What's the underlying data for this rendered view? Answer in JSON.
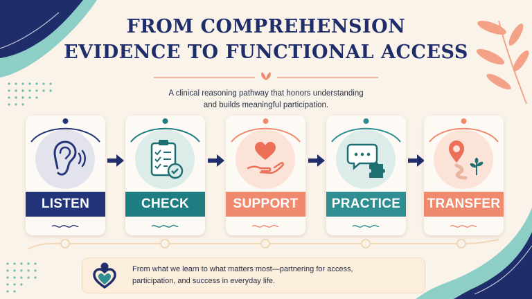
{
  "title": {
    "line1": "FROM COMPREHENSION",
    "line2": "EVIDENCE TO FUNCTIONAL ACCESS"
  },
  "subtitle": {
    "line1": "A clinical reasoning pathway that honors understanding",
    "line2": "and builds meaningful participation."
  },
  "steps": [
    {
      "label": "LISTEN",
      "icon": "ear-icon",
      "color": "#243479",
      "tint": "#e3e3ee"
    },
    {
      "label": "CHECK",
      "icon": "clipboard-check-icon",
      "color": "#1e7d80",
      "tint": "#dcede9"
    },
    {
      "label": "SUPPORT",
      "icon": "hand-heart-icon",
      "color": "#ef8a6e",
      "tint": "#fbe3d8"
    },
    {
      "label": "PRACTICE",
      "icon": "chat-puzzle-icon",
      "color": "#2e8e92",
      "tint": "#dcede9"
    },
    {
      "label": "TRANSFER",
      "icon": "location-path-icon",
      "color": "#ef8a6e",
      "tint": "#fbe3d8"
    }
  ],
  "footer": {
    "line1": "From what we learn to what matters most—partnering for access,",
    "line2": "participation, and success in everyday life.",
    "icon": "person-heart-icon"
  },
  "colors": {
    "navy": "#1f2d6b",
    "teal": "#2e8e92",
    "coral": "#ef8a6e",
    "cream": "#faf3ea"
  }
}
